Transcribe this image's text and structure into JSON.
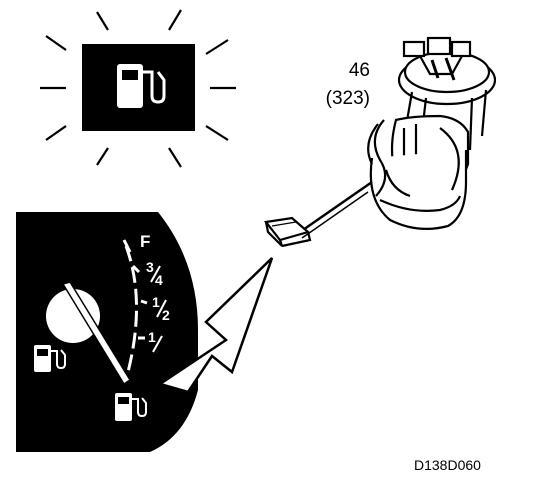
{
  "callout": {
    "part_number": "46",
    "alt_number": "(323)"
  },
  "gauge": {
    "full_label": "F",
    "three_quarter": {
      "num": "3",
      "den": "4"
    },
    "half": {
      "num": "1",
      "den": "2"
    },
    "quarter": {
      "num": "1",
      "den": ""
    }
  },
  "figure_code": "D138D060",
  "colors": {
    "ink": "#000000",
    "paper": "#ffffff"
  },
  "icons": [
    "fuel-pump-icon",
    "low-fuel-warning-icon"
  ]
}
